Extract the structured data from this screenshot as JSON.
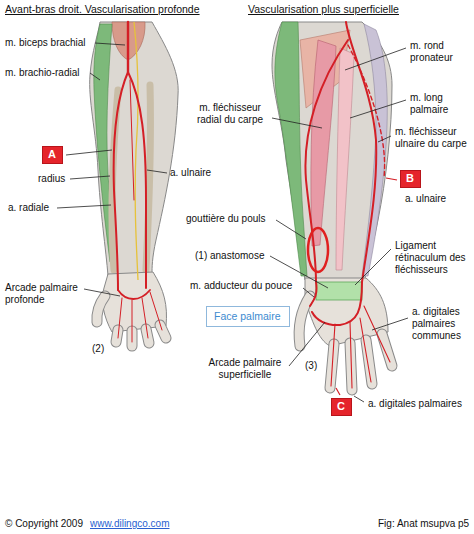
{
  "diagram": {
    "nodes": [
      {
        "text": [
          "A"
        ]
      },
      {
        "text": [
          "B"
        ]
      },
      {
        "text": [
          "Face palmaire"
        ]
      },
      {
        "text": [
          "C"
        ]
      }
    ],
    "labels": [
      "Avant-bras droit. Vascularisation profonde",
      "Vascularisation plus superficielle",
      "m. biceps brachial",
      "m. rond pronateur",
      "m. brachio-radial",
      "m. long palmaire",
      "m. fléchisseur radial du carpe",
      "m. fléchisseur ulnaire du carpe",
      "radius",
      "a. ulnaire",
      "a. radiale",
      "a. ulnaire",
      "gouttière du pouls",
      "(1) anastomose",
      "Ligament rétinaculum des fléchisseurs",
      "m. adducteur du pouce",
      "Arcade palmaire profonde",
      "a. digitales palmaires communes",
      "(2)",
      "Arcade palmaire superficielle",
      "(3)",
      "a. digitales palmaires",
      "© Copyright 2009",
      "www.dilingco.com",
      "Fig: Anat msupva p5"
    ]
  }
}
